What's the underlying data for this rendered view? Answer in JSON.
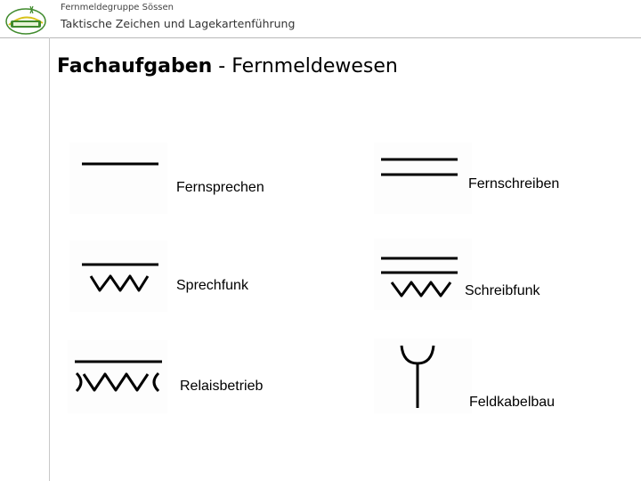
{
  "header": {
    "org_name": "Fernmeldegruppe Sössen",
    "deck_title": "Taktische Zeichen und Lagekartenführung"
  },
  "slide": {
    "title_bold": "Fachaufgaben",
    "title_rest": " - Fernmeldewesen"
  },
  "symbols": {
    "fernsprechen": {
      "label": "Fernsprechen",
      "icon": "single-line-icon"
    },
    "fernschreiben": {
      "label": "Fernschreiben",
      "icon": "double-line-icon"
    },
    "sprechfunk": {
      "label": "Sprechfunk",
      "icon": "line-with-zigzag-icon"
    },
    "schreibfunk": {
      "label": "Schreibfunk",
      "icon": "double-line-with-zigzag-icon"
    },
    "relaisbetrieb": {
      "label": "Relaisbetrieb",
      "icon": "bracketed-zigzag-icon"
    },
    "feldkabelbau": {
      "label": "Feldkabelbau",
      "icon": "fork-pole-icon"
    }
  },
  "colors": {
    "ink": "#000000",
    "rule": "#b9b9b9",
    "logo_green": "#3f8a2c",
    "logo_yellow": "#d8c21a"
  }
}
